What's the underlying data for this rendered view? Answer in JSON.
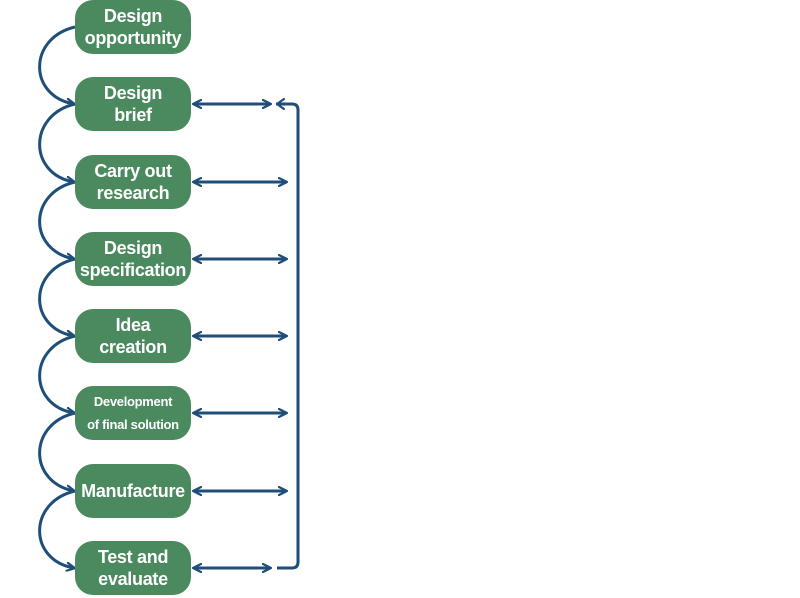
{
  "colors": {
    "box_fill": "#4a8a5e",
    "box_text": "#ffffff",
    "arrow": "#1f4e79"
  },
  "steps": [
    {
      "id": "design-opportunity",
      "lines": [
        "Design",
        "opportunity"
      ]
    },
    {
      "id": "design-brief",
      "lines": [
        "Design",
        "brief"
      ]
    },
    {
      "id": "carry-out-research",
      "lines": [
        "Carry out",
        "research"
      ]
    },
    {
      "id": "design-specification",
      "lines": [
        "Design",
        "specification"
      ]
    },
    {
      "id": "idea-creation",
      "lines": [
        "Idea",
        "creation"
      ]
    },
    {
      "id": "development-of-final-solution",
      "lines": [
        "Development",
        "of final solution"
      ]
    },
    {
      "id": "manufacture",
      "lines": [
        "Manufacture"
      ]
    },
    {
      "id": "test-and-evaluate",
      "lines": [
        "Test and",
        "evaluate"
      ]
    }
  ]
}
